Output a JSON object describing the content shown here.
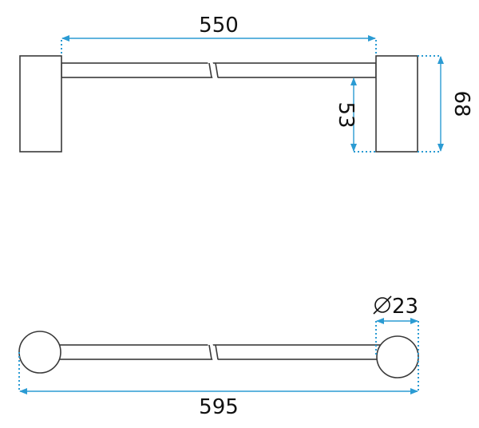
{
  "dimension_color": "#2b9bd3",
  "top_view": {
    "length": "550",
    "height_bar": "53",
    "height_block": "68"
  },
  "bottom_view": {
    "diameter": "23",
    "total_length": "595",
    "diameter_symbol": "⌀"
  },
  "icons": [
    "diameter-icon"
  ]
}
